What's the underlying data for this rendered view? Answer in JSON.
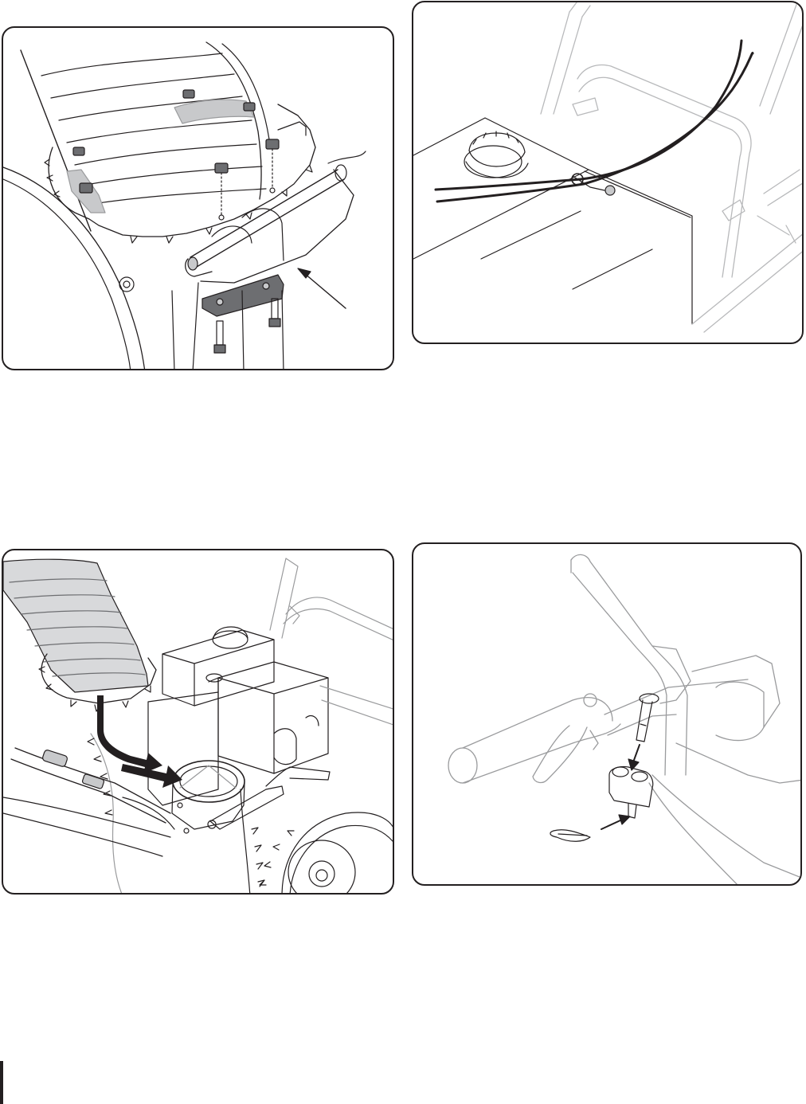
{
  "page": {
    "background": "#ffffff",
    "line_color": "#231f20",
    "part_fill_dark": "#6d6e71",
    "part_fill_light": "#c8c9cb"
  },
  "figures": [
    {
      "id": "chute-assembly-bolts",
      "icons": [
        "discharge-chute-icon",
        "flange-nut-icon",
        "hex-bolt-icon",
        "chute-bracket-icon",
        "callout-arrow-icon"
      ]
    },
    {
      "id": "cable-routing-fuel-tank",
      "icons": [
        "fuel-cap-icon",
        "cable-guide-icon",
        "handle-icon"
      ]
    },
    {
      "id": "chute-placement",
      "icons": [
        "discharge-chute-icon",
        "placement-arrow-icon",
        "engine-icon",
        "wheel-icon"
      ]
    },
    {
      "id": "handle-pin-assembly",
      "icons": [
        "handle-icon",
        "clevis-pin-icon",
        "hairpin-clip-icon",
        "insert-arrow-icon"
      ]
    }
  ]
}
